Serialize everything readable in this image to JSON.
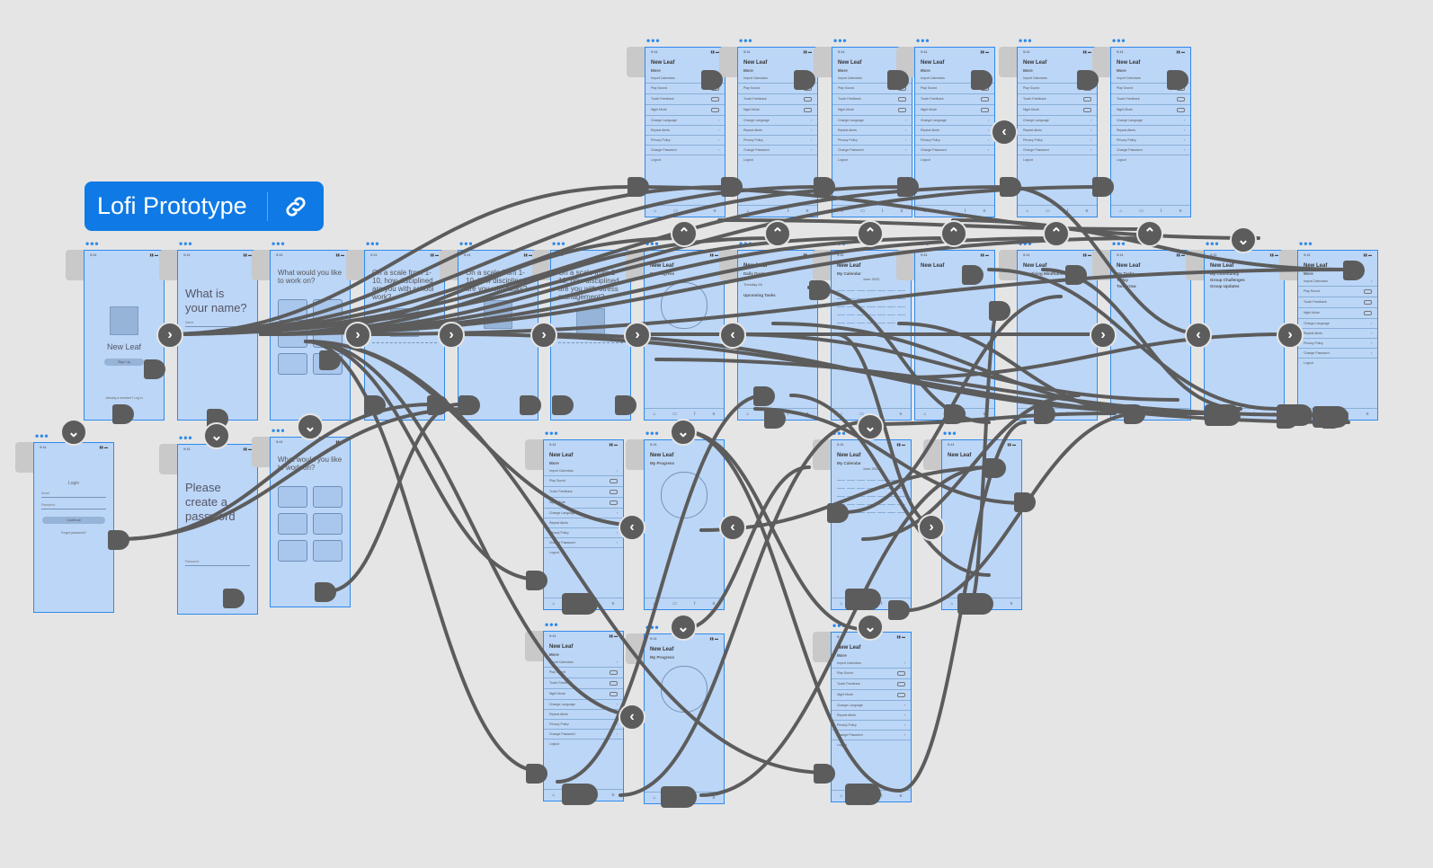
{
  "canvas": {
    "badge_label": "Lofi Prototype",
    "badge_icon": "link-icon",
    "wire_color": "#5c5c5c",
    "frame_fill": "#bcd6f7",
    "frame_border": "#2f8aeb",
    "badge_color": "#0f7ae5"
  },
  "screens": {
    "welcome": {
      "title": "New Leaf",
      "button": "Sign Up",
      "footer": "Already a member? Log in"
    },
    "name": {
      "question": "What is your name?",
      "field": "Name"
    },
    "work_on": {
      "question": "What would you like to work on?"
    },
    "school": {
      "question": "On a scale from 1-10, how disciplined are you with school work?"
    },
    "tasks": {
      "question": "On a scale from 1-10, how disciplined are you with tasks?"
    },
    "stress": {
      "question": "On a scale from 1-10, how disciplined are you with stress management?"
    },
    "login": {
      "title": "Login",
      "email": "Email",
      "password": "Password",
      "button": "Continue",
      "forgot": "Forgot password?"
    },
    "password": {
      "question": "Please create a password",
      "field": "Password"
    },
    "work_on_2": {
      "question": "What would you like to work on?"
    },
    "app": {
      "name": "New Leaf"
    },
    "more_menu": {
      "heading": "More",
      "items": [
        "Import Calendars",
        "Play Sound",
        "Touch Feedback",
        "Night Mode",
        "Change Language",
        "Repeat Alerts",
        "Privacy Policy",
        "Change Password"
      ],
      "logout": "Logout"
    },
    "progress": {
      "heading": "My Progress"
    },
    "daily_quote": {
      "heading": "Daily Quote",
      "upcoming": "Upcoming Tasks",
      "date_label": "Tuesday",
      "date_num": "28"
    },
    "calendar": {
      "heading": "My Calendar",
      "month": "June 2022"
    },
    "practicing": {
      "heading": "Practicing Mindfulness"
    },
    "tasks_screen": {
      "heading": "My Tasks",
      "today": "Today",
      "tomorrow": "Tomorrow"
    },
    "community": {
      "heading": "My Community",
      "sub": "Group Challenges",
      "sub2": "Group Updates"
    },
    "time": "9:41"
  }
}
